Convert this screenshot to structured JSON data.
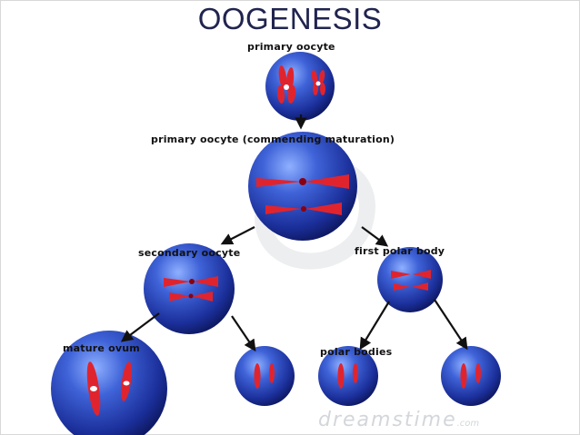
{
  "title": "OOGENESIS",
  "labels": {
    "primary_oocyte": "primary oocyte",
    "commending": "primary oocyte (commending maturation)",
    "secondary_oocyte": "secondary oocyte",
    "first_polar_body": "first polar body",
    "mature_ovum": "mature ovum",
    "polar_bodies": "polar bodies"
  },
  "watermark": {
    "brand": "dreamstime",
    "suffix": ".com"
  },
  "colors": {
    "title": "#20244f",
    "cell": "#2846b8",
    "chromosome": "#e0242e",
    "arrow": "#111111"
  }
}
